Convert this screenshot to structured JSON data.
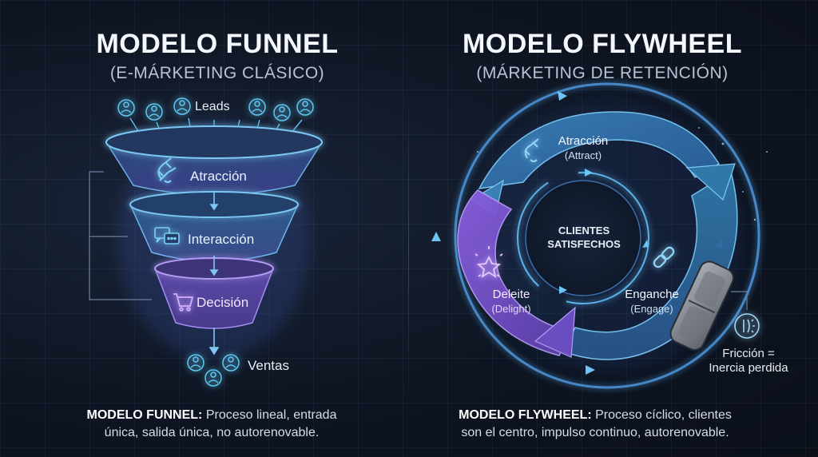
{
  "funnel": {
    "title": "MODELO FUNNEL",
    "subtitle": "(E-MÁRKETING CLÁSICO)",
    "leads": "Leads",
    "stages": [
      "Atracción",
      "Interacción",
      "Decisión"
    ],
    "sales": "Ventas",
    "caption_bold": "MODELO FUNNEL:",
    "caption_line1": " Proceso lineal, entrada",
    "caption_line2": "única, salida única, no autorenovable."
  },
  "flywheel": {
    "title": "MODELO FLYWHEEL",
    "subtitle": "(MÁRKETING DE RETENCIÓN)",
    "center_line1": "CLIENTES",
    "center_line2": "SATISFECHOS",
    "segments": [
      {
        "label": "Atracción",
        "sub": "(Attract)"
      },
      {
        "label": "Enganche",
        "sub": "(Engage)"
      },
      {
        "label": "Deleite",
        "sub": "(Delight)"
      }
    ],
    "friction_line1": "Fricción =",
    "friction_line2": "Inercia perdida",
    "caption_bold": "MODELO FLYWHEEL:",
    "caption_line1": " Proceso cíclico, clientes",
    "caption_line2": "son el centro, impulso continuo, autorenovable."
  },
  "colors": {
    "cyan": "#5ec8f2",
    "purple": "#9a6cf0",
    "teal": "#3aa0c8"
  }
}
